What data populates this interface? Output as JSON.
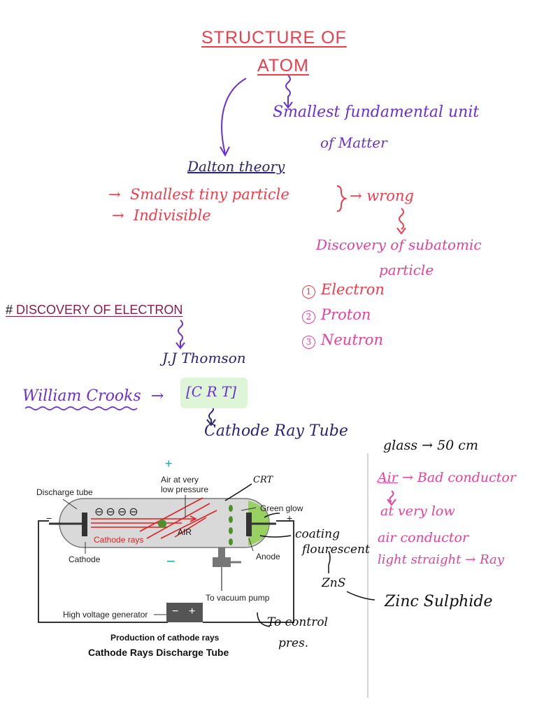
{
  "title": {
    "line1": "STRUCTURE OF",
    "line2": "ATOM"
  },
  "definition": {
    "line1": "Smallest fundamental unit",
    "line2": "of Matter"
  },
  "dalton": {
    "heading": "Dalton theory",
    "points": [
      "Smallest tiny particle",
      "Indivisible"
    ],
    "verdict": "wrong",
    "discovery_line1": "Discovery of subatomic",
    "discovery_line2": "particle"
  },
  "particles": [
    {
      "num": "1",
      "name": "Electron"
    },
    {
      "num": "2",
      "name": "Proton"
    },
    {
      "num": "3",
      "name": "Neutron"
    }
  ],
  "electron_section": {
    "hash": "#",
    "heading": "DISCOVERY OF ELECTRON",
    "scientist": "J.J Thomson",
    "crooks": "William Crooks",
    "crt": "[C R T]",
    "crt_full": "Cathode Ray Tube"
  },
  "diagram": {
    "plus_sign": "+",
    "minus_sign": "−",
    "label_discharge_tube": "Discharge tube",
    "label_air": "Air at very",
    "label_air2": "low pressure",
    "label_green_glow": "Green glow",
    "label_cathode_rays": "Cathode rays",
    "label_cathode": "Cathode",
    "label_anode": "Anode",
    "label_vacuum": "To vacuum pump",
    "label_generator": "High voltage generator",
    "term_minus": "−",
    "term_plus": "+",
    "gen_minus": "−",
    "gen_plus": "+",
    "electrons": "⊖⊖⊖⊖",
    "caption1": "Production of cathode rays",
    "caption2": "Cathode Rays Discharge Tube",
    "note_air": "AIR",
    "note_crt": "CRT",
    "note_coating": "coating",
    "note_flourescent": "flourescent",
    "note_zns": "ZnS",
    "note_control1": "To control",
    "note_control2": "pres."
  },
  "notes_right": {
    "glass": "glass",
    "glass_value": "50 cm",
    "air": "Air",
    "bad_conductor": "Bad conductor",
    "low1": "at very low",
    "low2": "air conductor",
    "light": "light straight",
    "ray": "Ray",
    "zinc": "Zinc Sulphide"
  },
  "arrow": "→",
  "colors": {
    "red": "#f03c4a",
    "purple": "#6a2fd6",
    "navy": "#2a2475",
    "pink": "#e8409a",
    "green": "#6abf3a"
  }
}
